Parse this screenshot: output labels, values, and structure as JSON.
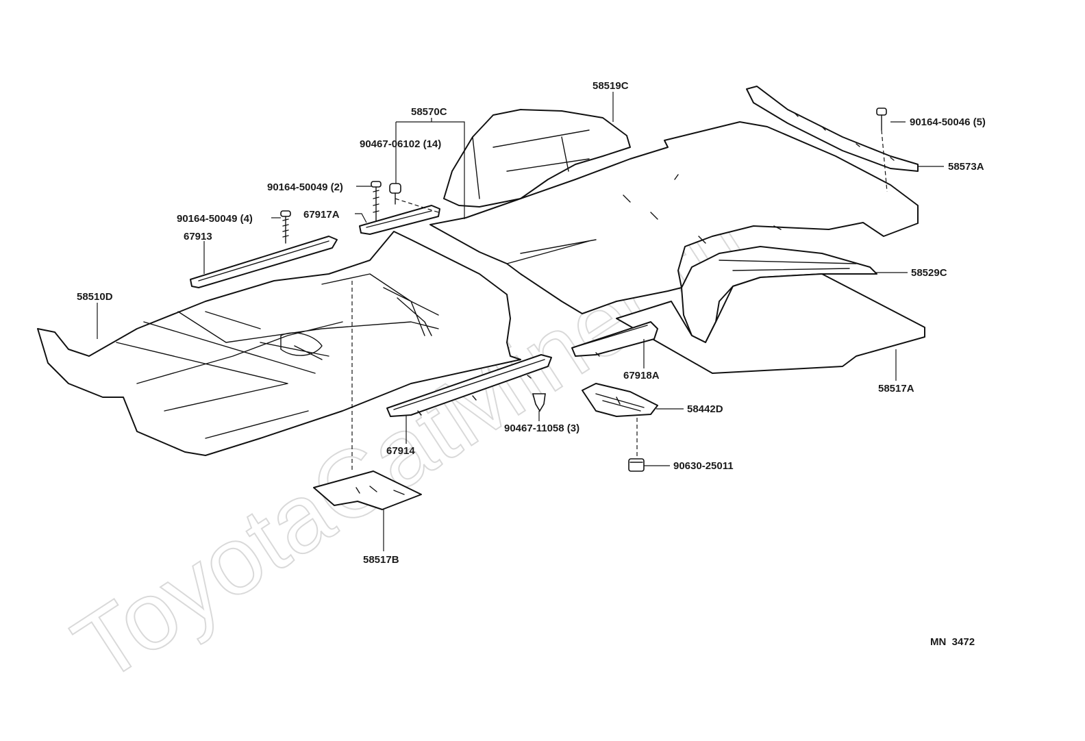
{
  "watermark": "ToyotaCatMiner.ru",
  "drawing_number": "MN  3472",
  "labels": {
    "p58519C": "58519C",
    "p58570C": "58570C",
    "p90467_06102": "90467-06102 (14)",
    "p90164_50049_2": "90164-50049 (2)",
    "p90164_50049_4": "90164-50049 (4)",
    "p67917A": "67917A",
    "p67913": "67913",
    "p58510D": "58510D",
    "p90164_50046": "90164-50046 (5)",
    "p58573A": "58573A",
    "p58529C": "58529C",
    "p58517A": "58517A",
    "p67918A": "67918A",
    "p58442D": "58442D",
    "p90467_11058": "90467-11058 (3)",
    "p67914": "67914",
    "p90630_25011": "90630-25011",
    "p58517B": "58517B"
  }
}
